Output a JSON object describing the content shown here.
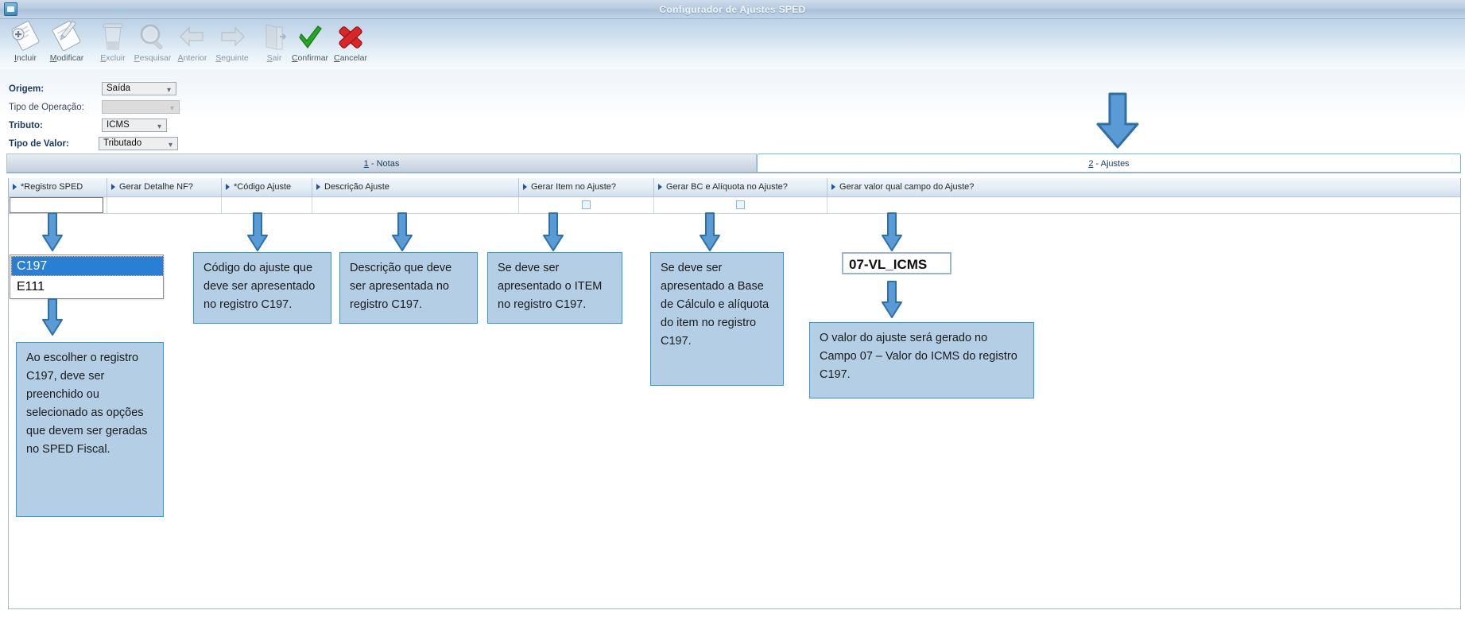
{
  "window": {
    "title": "Configurador de Ajustes SPED",
    "system_icon": "window-icon"
  },
  "toolbar": {
    "buttons": [
      {
        "label": "Incluir",
        "mnemonic": "I",
        "icon": "add-document-icon",
        "enabled": true
      },
      {
        "label": "Modificar",
        "mnemonic": "M",
        "icon": "edit-document-icon",
        "enabled": true
      },
      {
        "label": "Excluir",
        "mnemonic": "E",
        "icon": "trash-icon",
        "enabled": false
      },
      {
        "label": "Pesquisar",
        "mnemonic": "P",
        "icon": "magnifier-icon",
        "enabled": false
      },
      {
        "label": "Anterior",
        "mnemonic": "A",
        "icon": "arrow-left-icon",
        "enabled": false
      },
      {
        "label": "Seguinte",
        "mnemonic": "S",
        "icon": "arrow-right-icon",
        "enabled": false
      },
      {
        "label": "Sair",
        "mnemonic": "S",
        "icon": "exit-door-icon",
        "enabled": false
      },
      {
        "label": "Confirmar",
        "mnemonic": "C",
        "icon": "green-check-icon",
        "enabled": true
      },
      {
        "label": "Cancelar",
        "mnemonic": "C",
        "icon": "red-x-icon",
        "enabled": true
      }
    ]
  },
  "form": {
    "fields": [
      {
        "label": "Origem:",
        "value": "Saída",
        "enabled": true
      },
      {
        "label": "Tipo de Operação:",
        "value": "",
        "enabled": false
      },
      {
        "label": "Tributo:",
        "value": "ICMS",
        "enabled": true
      },
      {
        "label": "Tipo de Valor:",
        "value": "Tributado",
        "enabled": true
      }
    ]
  },
  "tabs": [
    {
      "num": "1",
      "label": "- Notas",
      "active": false
    },
    {
      "num": "2",
      "label": "- Ajustes",
      "active": true
    }
  ],
  "grid": {
    "columns": [
      {
        "label": "*Registro SPED"
      },
      {
        "label": "Gerar Detalhe NF?"
      },
      {
        "label": "*Código Ajuste"
      },
      {
        "label": "Descrição Ajuste"
      },
      {
        "label": "Gerar Item no Ajuste?"
      },
      {
        "label": "Gerar BC e Alíquota no Ajuste?"
      },
      {
        "label": "Gerar valor qual campo do Ajuste?"
      }
    ],
    "row": {
      "registro_sped": "",
      "gerar_detalhe_nf": "",
      "codigo_ajuste": "",
      "descricao_ajuste": "",
      "gerar_item_no_ajuste": "unchecked",
      "gerar_bc_aliquota_no_ajuste": "unchecked",
      "gerar_valor_campo_ajuste": ""
    }
  },
  "dropdown": {
    "options": [
      {
        "value": "C197",
        "selected": true
      },
      {
        "value": "E111",
        "selected": false
      }
    ]
  },
  "value_input": {
    "value": "07-VL_ICMS"
  },
  "callouts": [
    {
      "id": "registro-sped",
      "text": "Ao escolher o registro C197, deve ser preenchido ou selecionado as opções que devem ser geradas no SPED Fiscal."
    },
    {
      "id": "codigo-ajuste",
      "text": "Código do ajuste que deve ser apresentado no registro C197."
    },
    {
      "id": "descricao-ajuste",
      "text": "Descrição que deve ser apresentada no registro C197."
    },
    {
      "id": "gerar-item",
      "text": "Se deve ser apresentado o ITEM no registro C197."
    },
    {
      "id": "gerar-bc",
      "text": "Se deve ser apresentado a Base de Cálculo e alíquota do item no registro C197."
    },
    {
      "id": "gerar-valor",
      "text": "O valor do ajuste será gerado no Campo 07 – Valor do ICMS do registro C197."
    }
  ],
  "colors": {
    "arrow_fill": "#5B9BD5",
    "arrow_stroke": "#2E6FA8",
    "callout_fill": "#B4CFE5",
    "callout_border": "#2E9BD6",
    "selection_blue": "#2A7FD4",
    "label_blue": "#1A3A63"
  }
}
